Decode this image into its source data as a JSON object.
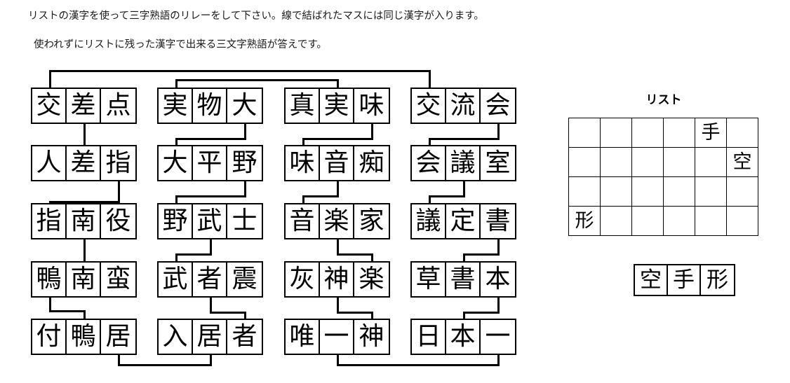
{
  "instructions": {
    "line1": "リストの漢字を使って三字熟語のリレーをして下さい。線で結ばれたマスには同じ漢字が入ります。",
    "line2": "使われずにリストに残った漢字で出来る三文字熟語が答えです。"
  },
  "columns": [
    {
      "id": "column-1",
      "words": [
        {
          "id": "word-1-1",
          "chars": [
            "交",
            "差",
            "点"
          ]
        },
        {
          "id": "word-1-2",
          "chars": [
            "人",
            "差",
            "指"
          ]
        },
        {
          "id": "word-1-3",
          "chars": [
            "指",
            "南",
            "役"
          ]
        },
        {
          "id": "word-1-4",
          "chars": [
            "鴨",
            "南",
            "蛮"
          ]
        },
        {
          "id": "word-1-5",
          "chars": [
            "付",
            "鴨",
            "居"
          ]
        }
      ]
    },
    {
      "id": "column-2",
      "words": [
        {
          "id": "word-2-1",
          "chars": [
            "実",
            "物",
            "大"
          ]
        },
        {
          "id": "word-2-2",
          "chars": [
            "大",
            "平",
            "野"
          ]
        },
        {
          "id": "word-2-3",
          "chars": [
            "野",
            "武",
            "士"
          ]
        },
        {
          "id": "word-2-4",
          "chars": [
            "武",
            "者",
            "震"
          ]
        },
        {
          "id": "word-2-5",
          "chars": [
            "入",
            "居",
            "者"
          ]
        }
      ]
    },
    {
      "id": "column-3",
      "words": [
        {
          "id": "word-3-1",
          "chars": [
            "真",
            "実",
            "味"
          ]
        },
        {
          "id": "word-3-2",
          "chars": [
            "味",
            "音",
            "痴"
          ]
        },
        {
          "id": "word-3-3",
          "chars": [
            "音",
            "楽",
            "家"
          ]
        },
        {
          "id": "word-3-4",
          "chars": [
            "灰",
            "神",
            "楽"
          ]
        },
        {
          "id": "word-3-5",
          "chars": [
            "唯",
            "一",
            "神"
          ]
        }
      ]
    },
    {
      "id": "column-4",
      "words": [
        {
          "id": "word-4-1",
          "chars": [
            "交",
            "流",
            "会"
          ]
        },
        {
          "id": "word-4-2",
          "chars": [
            "会",
            "議",
            "室"
          ]
        },
        {
          "id": "word-4-3",
          "chars": [
            "議",
            "定",
            "書"
          ]
        },
        {
          "id": "word-4-4",
          "chars": [
            "草",
            "書",
            "本"
          ]
        },
        {
          "id": "word-4-5",
          "chars": [
            "日",
            "本",
            "一"
          ]
        }
      ]
    }
  ],
  "list": {
    "title": "リスト",
    "rows": [
      [
        "",
        "",
        "",
        "",
        "手",
        ""
      ],
      [
        "",
        "",
        "",
        "",
        "",
        "空"
      ],
      [
        "",
        "",
        "",
        "",
        "",
        ""
      ],
      [
        "形",
        "",
        "",
        "",
        "",
        ""
      ]
    ]
  },
  "answer": {
    "chars": [
      "空",
      "手",
      "形"
    ]
  },
  "colors": {
    "line": "#000000",
    "background": "#ffffff",
    "text": "#000000"
  }
}
